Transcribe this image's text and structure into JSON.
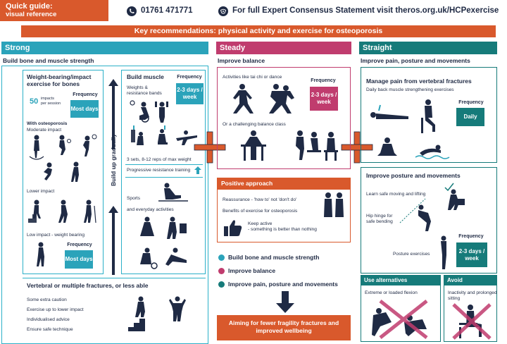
{
  "header": {
    "quick_guide_line1": "Quick guide:",
    "quick_guide_line2": "visual reference",
    "phone": "01761 471771",
    "consensus": "For full Expert Consensus Statement visit theros.org.uk/HCPexercise"
  },
  "key_bar": "Key recommendations: physical activity and exercise for osteoporosis",
  "colors": {
    "orange": "#d9592c",
    "teal": "#2ba3ba",
    "pink": "#c03c6e",
    "dark_teal": "#167b7a",
    "navy": "#1f2a44"
  },
  "strong": {
    "title": "Strong",
    "subtitle": "Build bone and muscle strength",
    "weight_bearing": {
      "title_line1": "Weight-bearing/impact",
      "title_line2": "exercise for bones",
      "impacts_number": "50",
      "impacts_label_1": "impacts",
      "impacts_label_2": "per session",
      "frequency_label": "Frequency",
      "frequency_value": "Most days",
      "with_osteoporosis": "With osteoporosis",
      "moderate": "Moderate impact",
      "lower": "Lower impact",
      "low_weight": "Low impact - weight bearing",
      "frequency_label_2": "Frequency",
      "frequency_value_2": "Most days"
    },
    "build_up": "Build up gradually",
    "build_muscle": {
      "title": "Build muscle",
      "weights_line1": "Weights &",
      "weights_line2": "resistance bands",
      "frequency_label": "Frequency",
      "freq_line1": "2-3 days /",
      "freq_line2": "week",
      "sets": "3 sets, 8-12 reps of max weight",
      "progressive": "Progressive resistance training",
      "sports": "Sports",
      "everyday": "and everyday activities"
    },
    "fractures": {
      "title": "Vertebral or multiple fractures, or less able",
      "items": [
        "Some extra caution",
        "Exercise up to lower impact",
        "Individualised advice",
        "Ensure safe technique"
      ]
    }
  },
  "steady": {
    "title": "Steady",
    "subtitle": "Improve balance",
    "activities": "Activities like tai chi or dance",
    "frequency_label": "Frequency",
    "freq_line1": "2-3 days /",
    "freq_line2": "week",
    "challenging": "Or a challenging balance class",
    "positive": {
      "title": "Positive approach",
      "reassurance": "Reassurance - 'how to' not 'don't do'",
      "benefits": "Benefits of exercise for osteoporosis",
      "keep_active_1": "Keep active",
      "keep_active_2": "- something is better than nothing"
    },
    "legend": [
      "Build bone and muscle strength",
      "Improve balance",
      "Improve pain, posture and movements"
    ],
    "aim_line1": "Aiming for fewer fragility fractures and",
    "aim_line2": "improved wellbeing"
  },
  "straight": {
    "title": "Straight",
    "subtitle": "Improve pain, posture and movements",
    "pain": {
      "title": "Manage pain from vertebral fractures",
      "daily_back": "Daily back muscle strengthening exercises",
      "frequency_label": "Frequency",
      "frequency_value": "Daily"
    },
    "posture": {
      "title": "Improve posture and movements",
      "learn": "Learn safe moving and lifting",
      "hip_line1": "Hip hinge for",
      "hip_line2": "safe bending",
      "posture_ex": "Posture exercises",
      "frequency_label": "Frequency",
      "freq_line1": "2-3 days /",
      "freq_line2": "week"
    },
    "use_alt": {
      "title": "Use alternatives",
      "text": "Extreme or loaded flexion"
    },
    "avoid": {
      "title": "Avoid",
      "text_line1": "Inactivity and prolonged",
      "text_line2": "sitting"
    }
  }
}
